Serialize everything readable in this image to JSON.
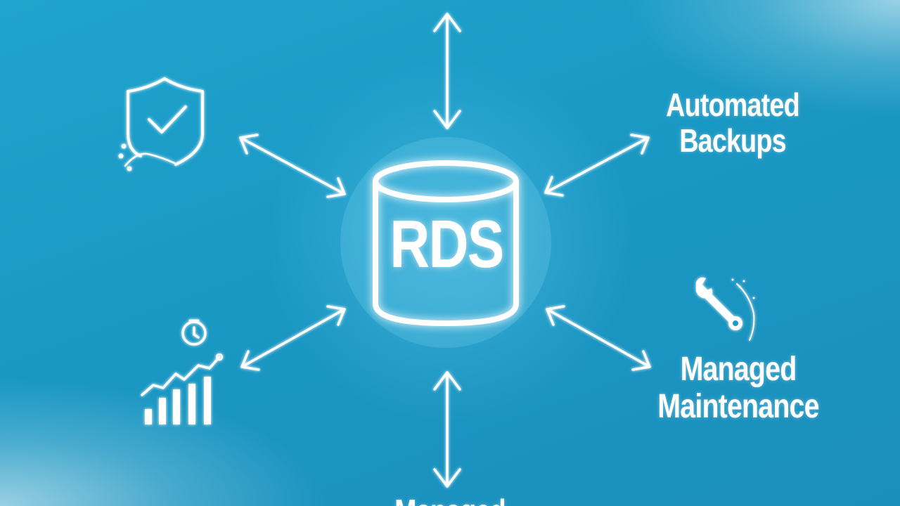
{
  "center": {
    "label": "RDS",
    "icon": "database-cylinder-icon"
  },
  "nodes": {
    "top_right": {
      "line1": "Automated",
      "line2": "Backups"
    },
    "bottom_right": {
      "line1": "Managed",
      "line2": "Maintenance",
      "icon": "wrench-icon"
    },
    "bottom": {
      "line1": "Managed"
    },
    "top_left": {
      "icon": "shield-check-icon"
    },
    "bottom_left": {
      "icon": "performance-chart-clock-icon"
    },
    "top": {}
  },
  "colors": {
    "background": "#1b9bc6",
    "foreground": "#ffffff"
  }
}
